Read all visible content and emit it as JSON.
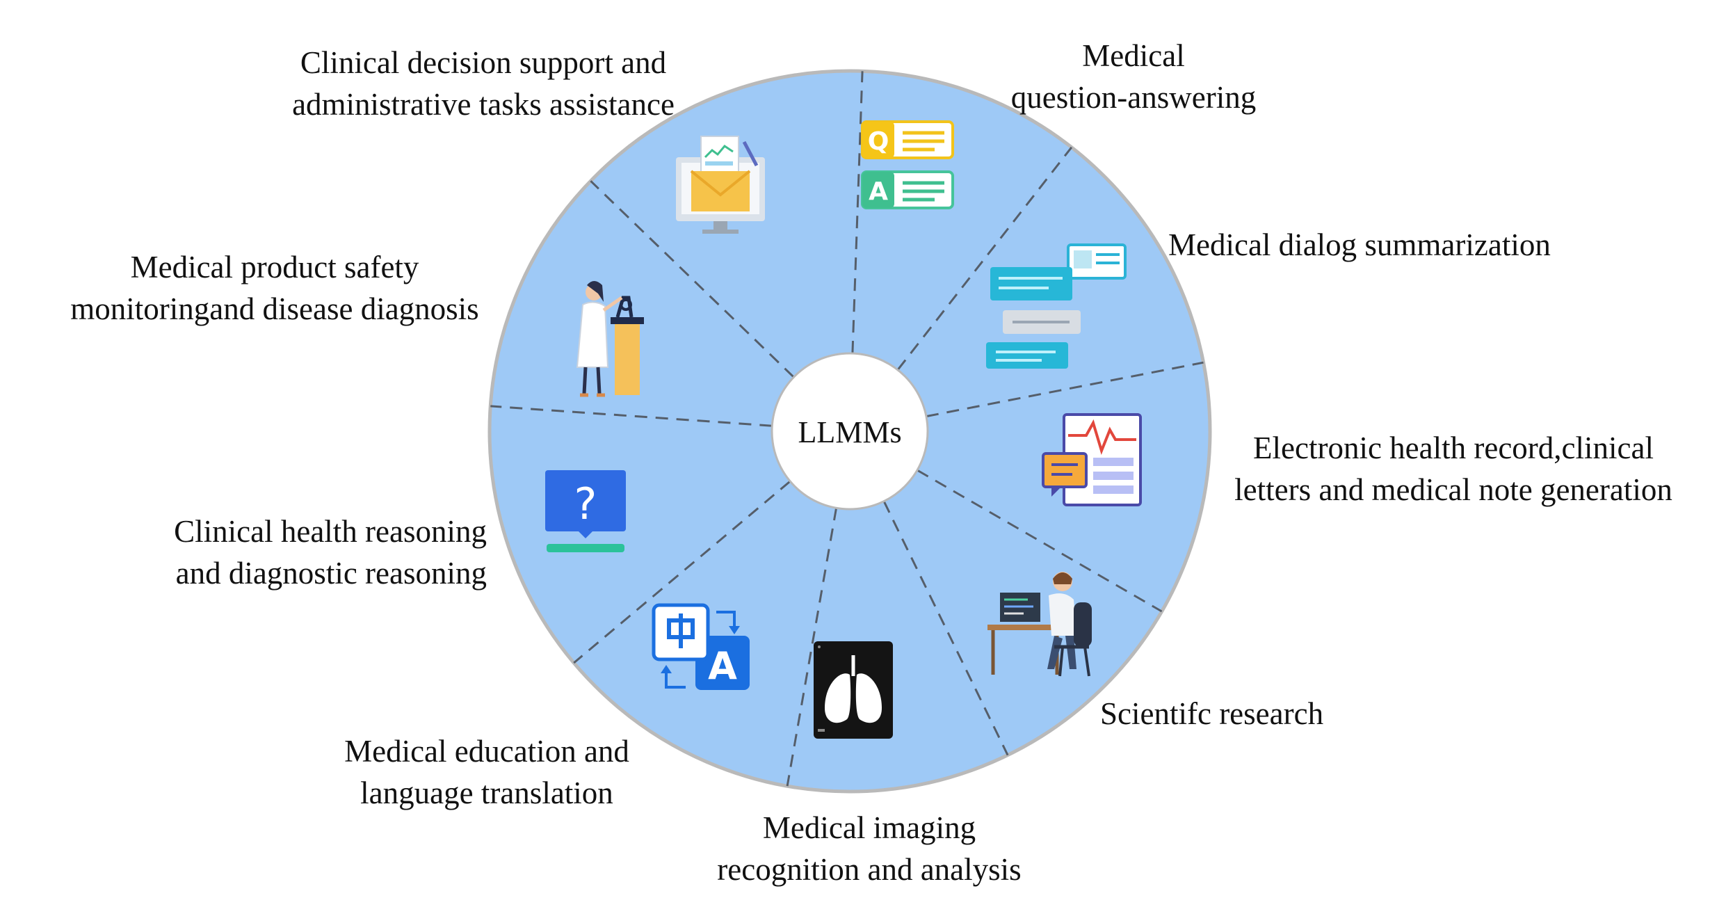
{
  "diagram": {
    "center_label": "LLMMs",
    "colors": {
      "wheel_fill": "#9ec9f6",
      "wheel_border": "#b9b9b9",
      "divider": "#555e6a",
      "hub_fill": "#ffffff"
    },
    "segments": [
      {
        "label_lines": [
          "Medical",
          "question-answering"
        ],
        "icon": "qa-cards-icon"
      },
      {
        "label_lines": [
          "Medical dialog summarization"
        ],
        "icon": "chat-bubbles-icon"
      },
      {
        "label_lines": [
          "Electronic health record,clinical",
          "letters and medical note generation"
        ],
        "icon": "health-record-icon"
      },
      {
        "label_lines": [
          "Scientifc research"
        ],
        "icon": "researcher-at-computer-icon"
      },
      {
        "label_lines": [
          "Medical imaging",
          "recognition and analysis"
        ],
        "icon": "lung-xray-icon"
      },
      {
        "label_lines": [
          "Medical education and",
          "language translation"
        ],
        "icon": "translation-icon"
      },
      {
        "label_lines": [
          "Clinical health reasoning",
          "and diagnostic reasoning"
        ],
        "icon": "question-monitor-icon"
      },
      {
        "label_lines": [
          "Medical product safety",
          "monitoringand disease diagnosis"
        ],
        "icon": "scientist-microscope-icon"
      },
      {
        "label_lines": [
          "Clinical decision support and",
          "administrative tasks assistance"
        ],
        "icon": "monitor-documents-icon"
      }
    ]
  }
}
